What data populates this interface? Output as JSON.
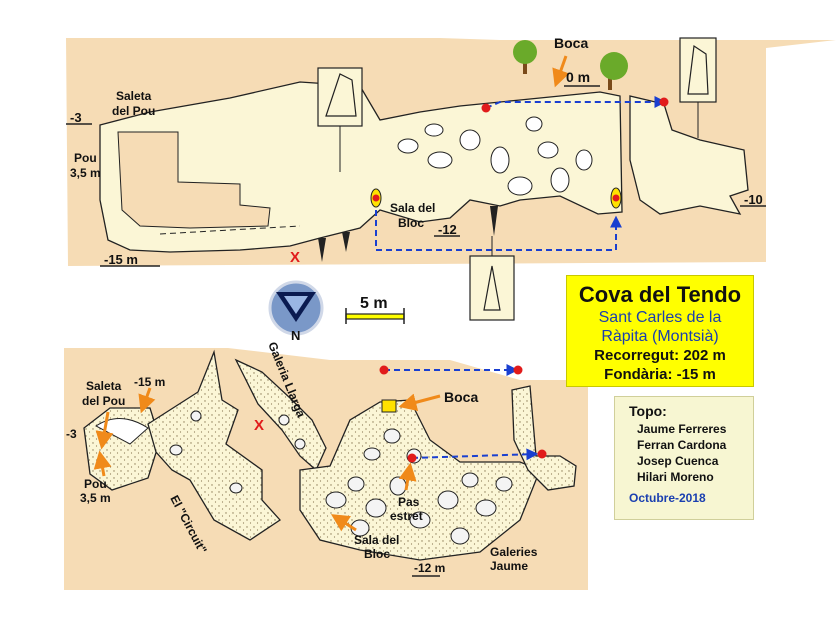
{
  "title": {
    "name": "Cova del Tendo",
    "location_line1": "Sant Carles de la",
    "location_line2": "Ràpita  (Montsià)",
    "length": "Recorregut: 202 m",
    "depth": "Fondària: -15 m"
  },
  "topo": {
    "heading": "Topo:",
    "authors": [
      "Jaume Ferreres",
      "Ferran Cardona",
      "Josep Cuenca",
      "Hilari Moreno"
    ],
    "date": "Octubre-2018"
  },
  "scale": {
    "label": "5 m"
  },
  "north": {
    "label": "N"
  },
  "profile": {
    "boca": "Boca",
    "zero": "0 m",
    "minus3": "-3",
    "saleta_line1": "Saleta",
    "saleta_line2": "del Pou",
    "pou_line1": "Pou",
    "pou_line2": "3,5 m",
    "minus15": "-15 m",
    "sala_line1": "Sala del",
    "sala_line2": "Bloc",
    "minus12": "-12",
    "minus10": "-10",
    "x_mark": "X"
  },
  "plan": {
    "saleta_line1": "Saleta",
    "saleta_line2": "del Pou",
    "minus15": "-15 m",
    "minus3": "-3",
    "pou_line1": "Pou",
    "pou_line2": "3,5 m",
    "circuit": "El \"Circuit\"",
    "galeria": "Galeria Llarga",
    "x_mark": "X",
    "boca": "Boca",
    "pas_line1": "Pas",
    "pas_line2": "estret",
    "sala_line1": "Sala del",
    "sala_line2": "Bloc",
    "minus12": "-12 m",
    "galeries_line1": "Galeries",
    "galeries_line2": "Jaume"
  },
  "colors": {
    "rock": "#f6dcb5",
    "cave_floor": "#fbf6d6",
    "outline": "#222222",
    "survey_line": "#1a3fd0",
    "station": "#e11b1b",
    "arrow": "#f08a1a",
    "x_mark": "#e11b1b",
    "tree": "#6aaa2a"
  }
}
